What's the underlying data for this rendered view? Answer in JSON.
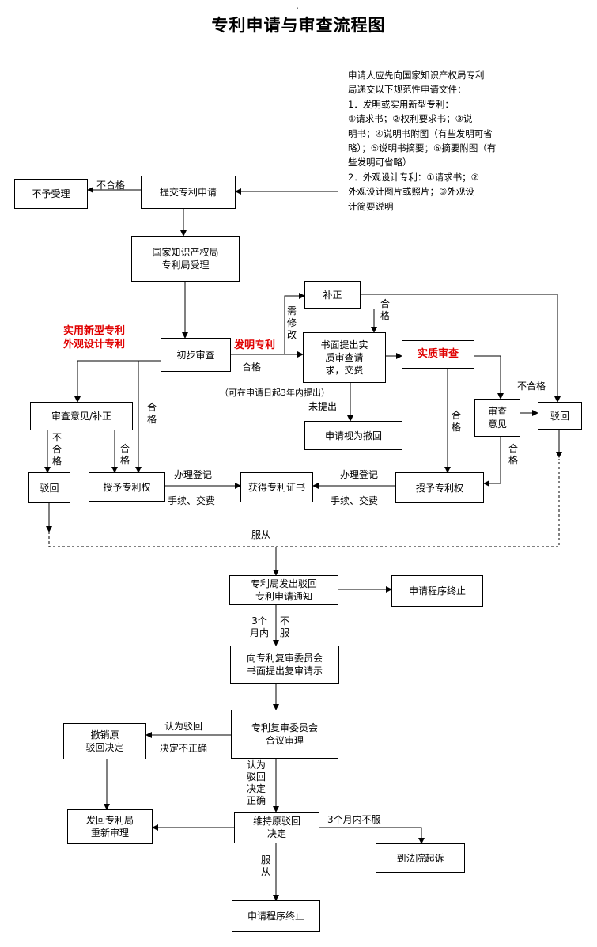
{
  "title": "专利申请与审查流程图",
  "top_mark": ".",
  "note": "申请人应先向国家知识产权局专利\n局递交以下规范性申请文件：\n1．发明或实用新型专利：\n①请求书；②权利要求书；③说\n明书；④说明书附图（有些发明可省\n略）；⑤说明书摘要；⑥摘要附图（有\n些发明可省略）\n2．外观设计专利：①请求书；②\n外观设计图片或照片；③外观设\n计简要说明",
  "boxes": {
    "not_accepted": "不予受理",
    "submit": "提交专利申请",
    "cnipa_accept": "国家知识产权局\n专利局受理",
    "correction": "补正",
    "prelim_exam": "初步审查",
    "written_request": "书面提出实\n质审查请\n求，交费",
    "substantive_exam": "实质审查",
    "exam_opinion_left": "审查意见/补正",
    "exam_opinion_right": "审查\n意见",
    "reject_right": "驳回",
    "deemed_withdrawn": "申请视为撤回",
    "reject_left": "驳回",
    "grant_left": "授予专利权",
    "certificate": "获得专利证书",
    "grant_right": "授予专利权",
    "notice_reject": "专利局发出驳回\n专利申请通知",
    "terminate_1": "申请程序终止",
    "review_request": "向专利复审委员会\n书面提出复审请示",
    "review_board": "专利复审委员会\n合议审理",
    "revoke": "撤销原\n驳回决定",
    "return_office": "发回专利局\n重新审理",
    "uphold": "维持原驳回\n决定",
    "court": "到法院起诉",
    "terminate_2": "申请程序终止"
  },
  "labels": {
    "unqualified_top": "不合格",
    "utility_design": "实用新型专利\n外观设计专利",
    "invention": "发明专利",
    "need_modify": "需\n修\n改",
    "qualified_correction": "合\n格",
    "qualified_prelim": "合格",
    "within_3_years": "（可在申请日起3年内提出）",
    "not_filed": "未提出",
    "substantive_red": "实质审查",
    "unqualified_right": "不合格",
    "qualified_subst": "合\n格",
    "qualified_opinion_right": "合\n格",
    "qualified_ul": "合\n格",
    "unqualified_left": "不\n合\n格",
    "qualified_left": "合\n格",
    "register_left": "办理登记",
    "fee_left": "手续、交费",
    "register_right": "办理登记",
    "fee_right": "手续、交费",
    "comply": "服从",
    "three_months": "3个\n月内",
    "not_comply": "不\n服",
    "deem_wrong_1": "认为驳回",
    "deem_wrong_2": "决定不正确",
    "deem_right": "认为\n驳回\n决定\n正确",
    "three_months_not_comply": "3个月内不服",
    "comply_bottom": "服\n从"
  }
}
